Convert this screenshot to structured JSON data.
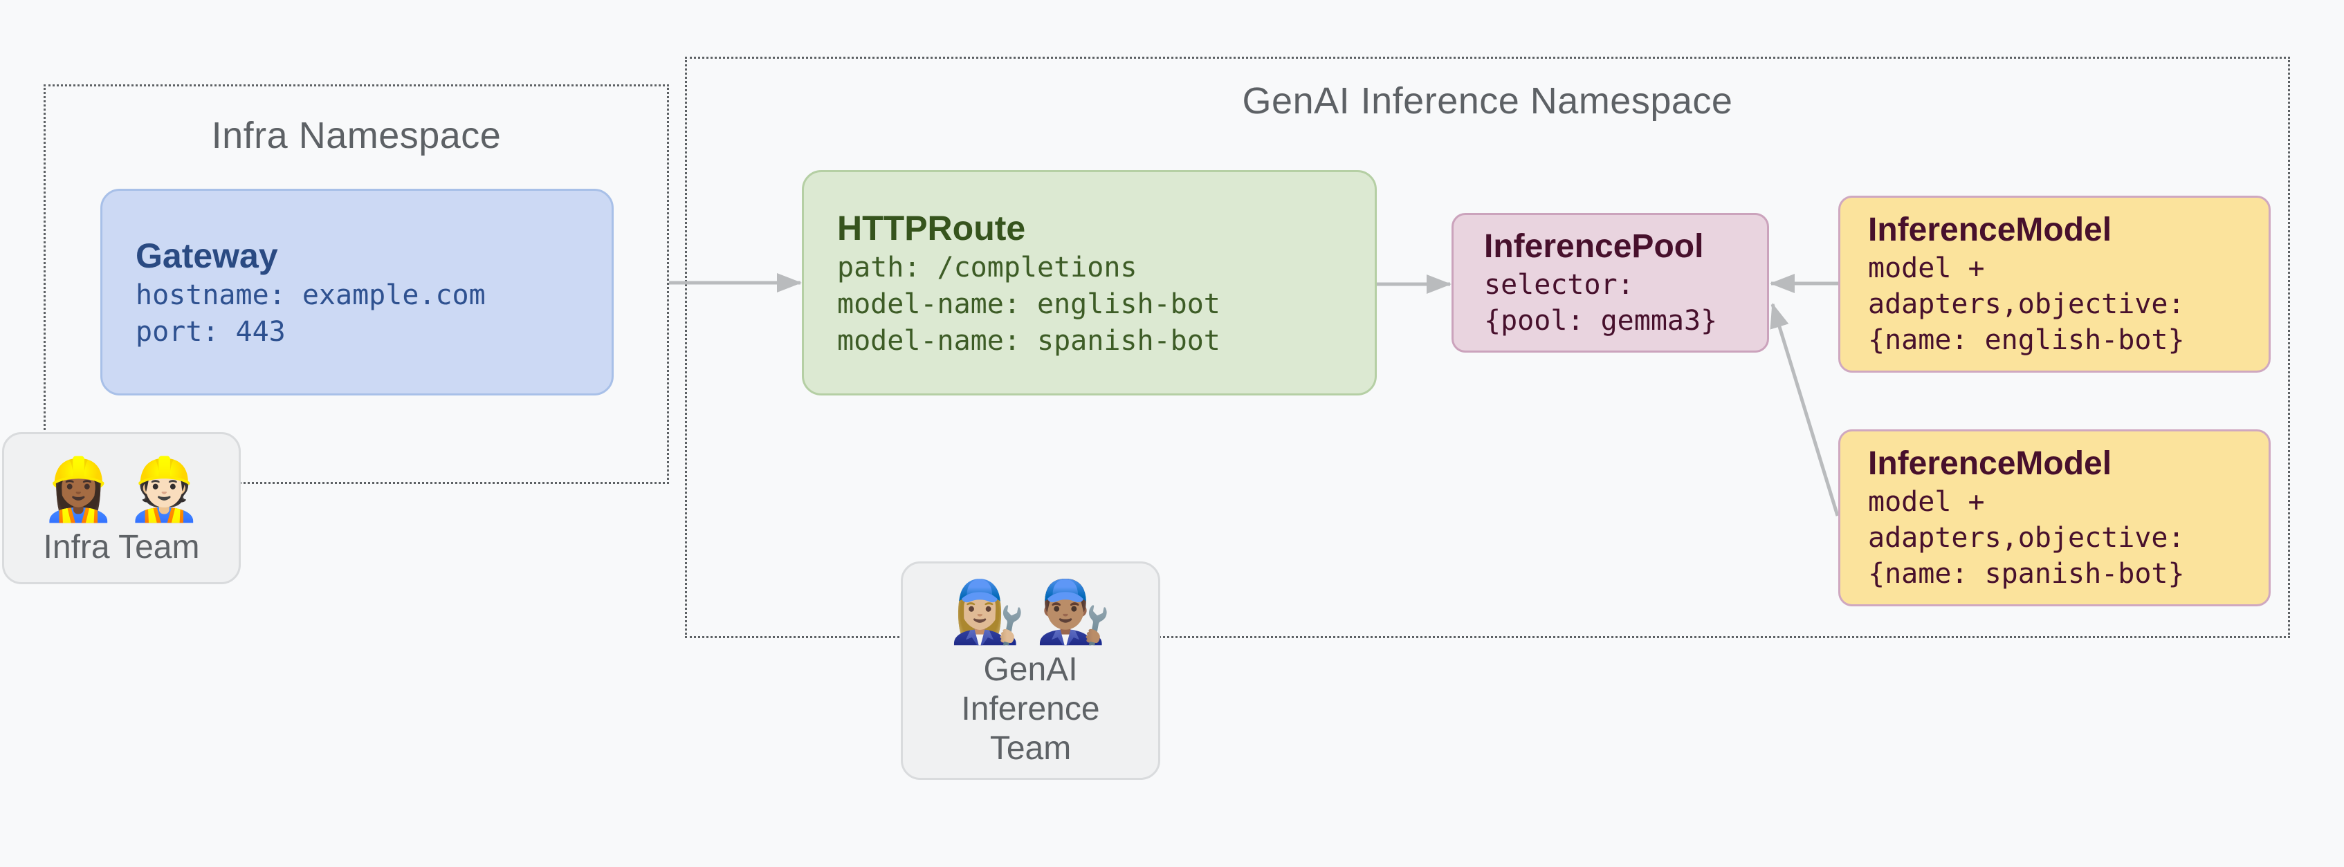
{
  "diagram": {
    "background_color": "#f8f9fa",
    "dotted_border_color": "#5d6164",
    "arrow_color": "#b9bbbd"
  },
  "namespaces": {
    "infra": {
      "title": "Infra Namespace"
    },
    "genai": {
      "title": "GenAI Inference Namespace"
    }
  },
  "boxes": {
    "gateway": {
      "title": "Gateway",
      "lines": [
        "hostname: example.com",
        "port: 443"
      ],
      "fill": "#ccd9f4",
      "border": "#a8c0e8",
      "text": "#2e5190"
    },
    "httproute": {
      "title": "HTTPRoute",
      "lines": [
        "path: /completions",
        "model-name: english-bot",
        "model-name: spanish-bot"
      ],
      "fill": "#dce9d2",
      "border": "#b5cfa4",
      "text": "#3d5c26"
    },
    "inference_pool": {
      "title": "InferencePool",
      "lines": [
        "selector:",
        "{pool: gemma3}"
      ],
      "fill": "#e9d4df",
      "border": "#cba3bc",
      "text": "#47102c"
    },
    "inference_model_english": {
      "title": "InferenceModel",
      "lines": [
        "model +",
        "adapters,objective:",
        "{name: english-bot}"
      ],
      "fill": "#fbe39c",
      "border": "#cfa8c0",
      "text": "#47102c"
    },
    "inference_model_spanish": {
      "title": "InferenceModel",
      "lines": [
        "model +",
        "adapters,objective:",
        "{name: spanish-bot}"
      ],
      "fill": "#fbe39c",
      "border": "#cfa8c0",
      "text": "#47102c"
    }
  },
  "teams": {
    "infra": {
      "emojis": "👷🏾‍♀️👷🏻",
      "emoji_names": "woman-construction-worker-icon man-construction-worker-icon",
      "label": "Infra Team"
    },
    "genai": {
      "emojis": "👩🏼‍🔧👨🏽‍🔧",
      "emoji_names": "woman-mechanic-icon man-mechanic-icon",
      "label": "GenAI Inference Team"
    }
  }
}
